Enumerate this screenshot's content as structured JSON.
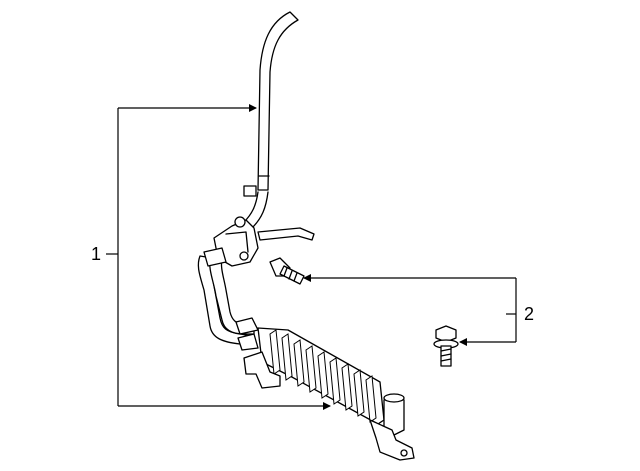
{
  "callouts": [
    {
      "id": "1",
      "label": "1"
    },
    {
      "id": "2",
      "label": "2"
    }
  ],
  "parts": [
    {
      "callout": "1",
      "icon": "oil-cooler-assembly"
    },
    {
      "callout": "2",
      "icon": "flange-bolt"
    }
  ],
  "colors": {
    "line": "#000000",
    "background": "#ffffff"
  }
}
